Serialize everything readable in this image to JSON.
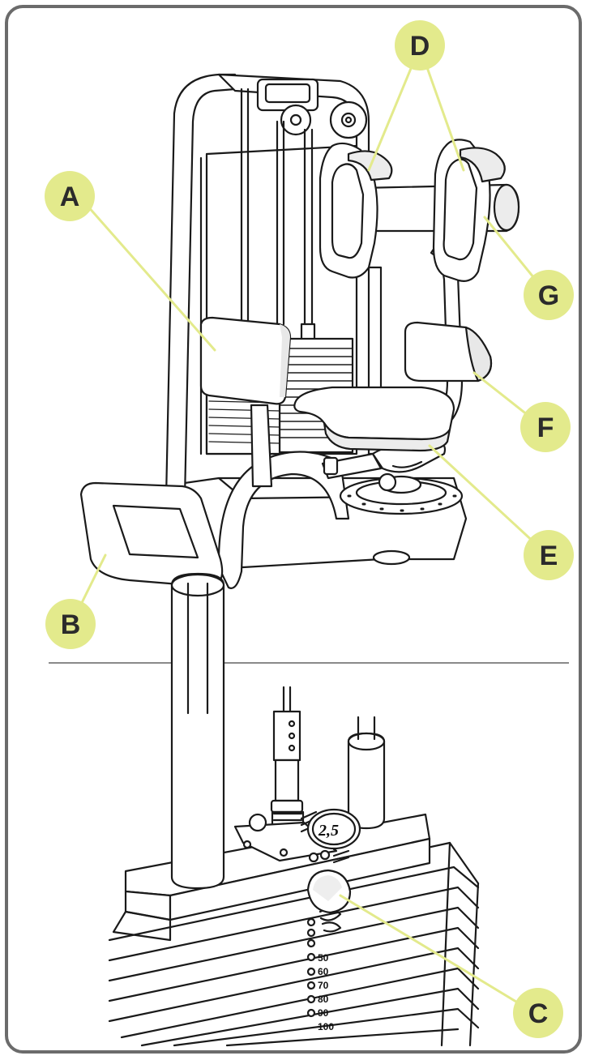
{
  "callouts": {
    "a": "A",
    "b": "B",
    "c": "C",
    "d": "D",
    "e": "E",
    "f": "F",
    "g": "G"
  },
  "weight_stack": {
    "selector_cap": "2,5",
    "plate_numbers": [
      "50",
      "60",
      "70",
      "80",
      "90",
      "100"
    ]
  },
  "colors": {
    "callout_fill": "#e3ea8c",
    "leader_line": "#e3ea8c",
    "frame_border": "#6b6b6b",
    "drawing_stroke": "#1a1a1a"
  }
}
